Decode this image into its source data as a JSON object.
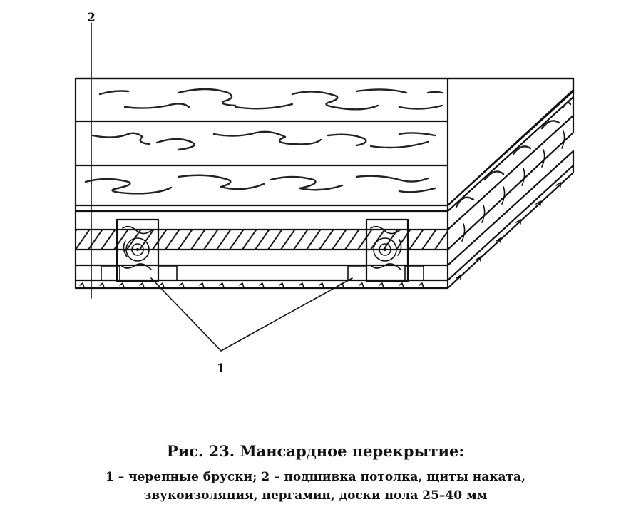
{
  "figure": {
    "labels": {
      "callout_1": "1",
      "callout_2": "2"
    }
  },
  "caption": {
    "title": "Рис. 23. Мансардное перекрытие:",
    "line1": "1 – черепные бруски; 2 – подшивка потолка, щиты наката,",
    "line2": "звукоизоляция, пергамин, доски пола 25–40 мм"
  }
}
